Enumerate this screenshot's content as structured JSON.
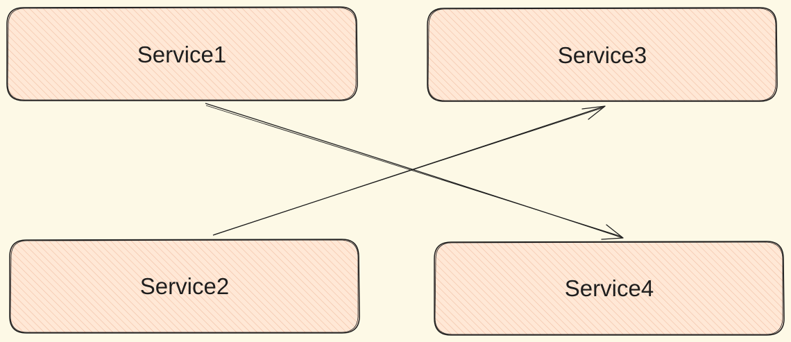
{
  "colors": {
    "background": "#fdf9e6",
    "node_fill": "#ffe8d6",
    "node_hatch": "#f5c9b0",
    "stroke": "#1e1e1e"
  },
  "nodes": [
    {
      "id": "service1",
      "label": "Service1"
    },
    {
      "id": "service2",
      "label": "Service2"
    },
    {
      "id": "service3",
      "label": "Service3"
    },
    {
      "id": "service4",
      "label": "Service4"
    }
  ],
  "edges": [
    {
      "from": "service1",
      "to": "service4"
    },
    {
      "from": "service2",
      "to": "service3"
    }
  ]
}
